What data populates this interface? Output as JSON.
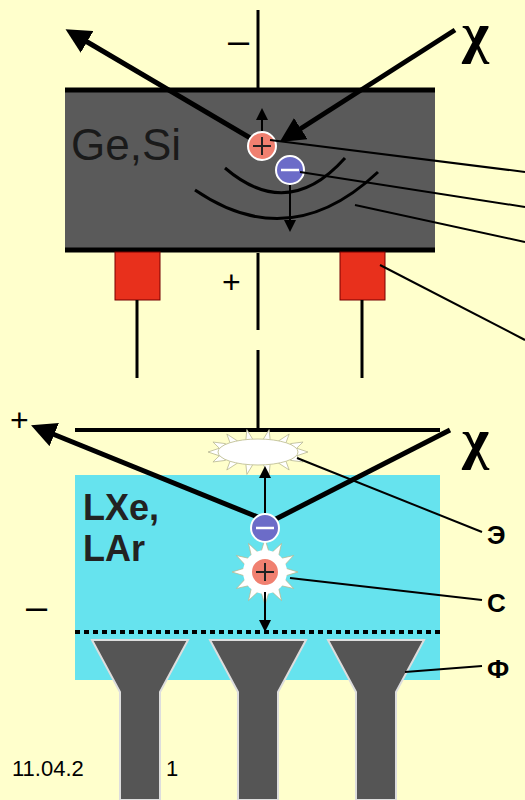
{
  "diagram": {
    "nodes": [
      {
        "text": [
          "Ge,Si"
        ]
      },
      {
        "text": [
          "LXe, LAr"
        ]
      }
    ],
    "labels": [
      "–",
      "χ",
      "+",
      "+",
      "χ",
      "Э",
      "С",
      "Ф",
      "–",
      "11.04.2",
      "1"
    ]
  }
}
